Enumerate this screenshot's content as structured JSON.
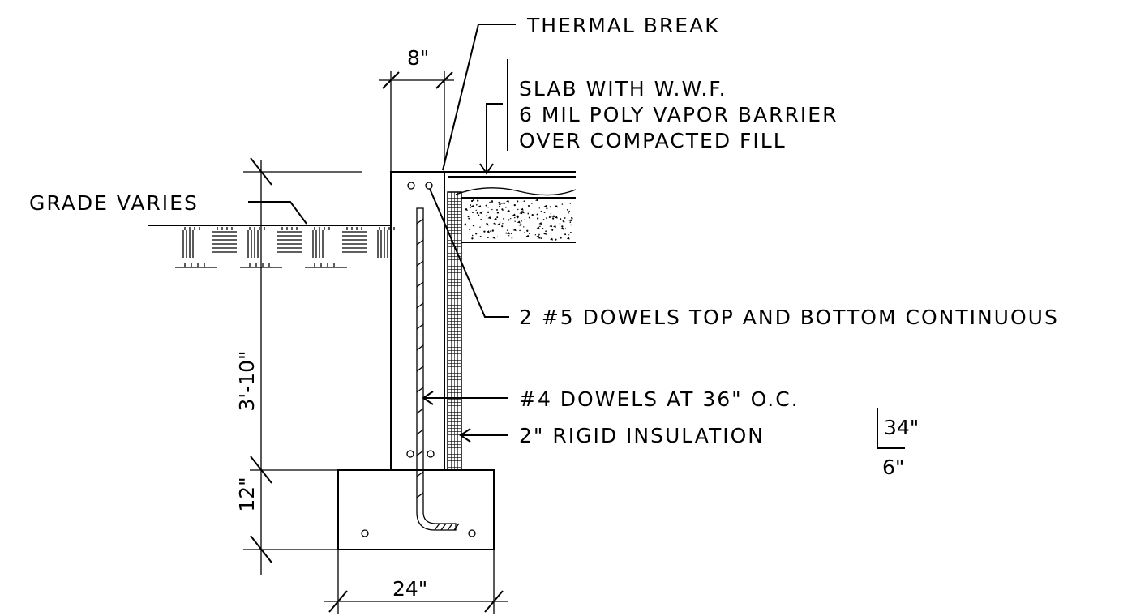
{
  "labels": {
    "thermal_break": "THERMAL BREAK",
    "slab_line1": "SLAB WITH W.W.F.",
    "slab_line2": "6 MIL POLY VAPOR BARRIER",
    "slab_line3": "OVER COMPACTED FILL",
    "grade": "GRADE VARIES",
    "dowels_5": "2 #5 DOWELS TOP AND BOTTOM CONTINUOUS",
    "dowels_4": "#4 DOWELS AT 36\" O.C.",
    "insulation": "2\" RIGID INSULATION"
  },
  "dimensions": {
    "wall_width": "8\"",
    "wall_height": "3'-10\"",
    "footing_height": "12\"",
    "footing_width": "24\""
  },
  "slope": {
    "rise": "34\"",
    "run": "6\""
  }
}
